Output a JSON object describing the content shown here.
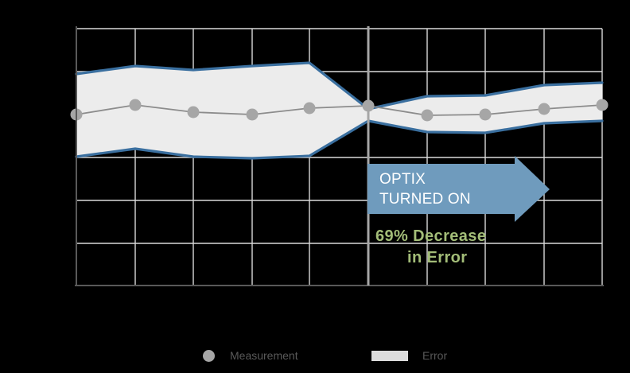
{
  "chart_data": {
    "type": "line",
    "title": "",
    "subtitle": "",
    "xlabel": "",
    "ylabel": "",
    "grid": true,
    "grid_columns": 9,
    "grid_rows": 6,
    "axis_color": "#595959",
    "gridline_color": "#d9d9d9",
    "divider_color": "#a6a6a6",
    "x": [
      1,
      2,
      3,
      4,
      5,
      6,
      7,
      8,
      9,
      10
    ],
    "series": [
      {
        "name": "Measurement",
        "type": "line",
        "color": "#a6a6a6",
        "marker": "circle",
        "values": [
          50.0,
          53.2,
          51.0,
          50.0,
          52.4,
          53.3,
          47.0,
          47.4,
          51.5,
          53.2
        ]
      },
      {
        "name": "Error",
        "type": "band",
        "fill_color": "#ececec",
        "edge_color": "#3a6f9f",
        "upper": [
          68.0,
          72.4,
          70.0,
          72.2,
          71.6,
          55.5,
          55.0,
          55.3,
          59.5,
          61.0
        ],
        "lower": [
          32.0,
          36.0,
          31.5,
          29.8,
          31.6,
          50.5,
          40.5,
          40.8,
          44.0,
          45.5
        ]
      }
    ],
    "annotations": [
      {
        "name": "optix-arrow",
        "shape": "right-arrow",
        "color": "#6f9bbd",
        "text": [
          "OPTIX",
          "TURNED ON"
        ],
        "text_color": "#ffffff",
        "x_start": 6,
        "x_end": 9.1
      },
      {
        "name": "decrease-label",
        "text": [
          "69% Decrease",
          "in Error"
        ],
        "color": "#a3bd78"
      },
      {
        "name": "optix-divider",
        "shape": "vertical-line",
        "x": 6,
        "color": "#a6a6a6"
      }
    ],
    "legend": {
      "position": "bottom",
      "entries": [
        {
          "label": "Measurement",
          "marker": "circle",
          "color": "#a6a6a6"
        },
        {
          "label": "Error",
          "marker": "swatch",
          "color": "#dcdcdc"
        }
      ]
    }
  },
  "callout": {
    "arrow_line1": "OPTIX",
    "arrow_line2": "TURNED ON",
    "green_line1": "69% Decrease",
    "green_line2": "in Error"
  },
  "legend": {
    "measurement_label": "Measurement",
    "error_label": "Error"
  },
  "colors": {
    "background": "#000000",
    "band_fill": "#ececec",
    "band_edge": "#3a6f9f",
    "measurement": "#a6a6a6",
    "arrow": "#6f9bbd",
    "green": "#a3bd78",
    "gridline": "#d9d9d9",
    "axis": "#595959"
  }
}
